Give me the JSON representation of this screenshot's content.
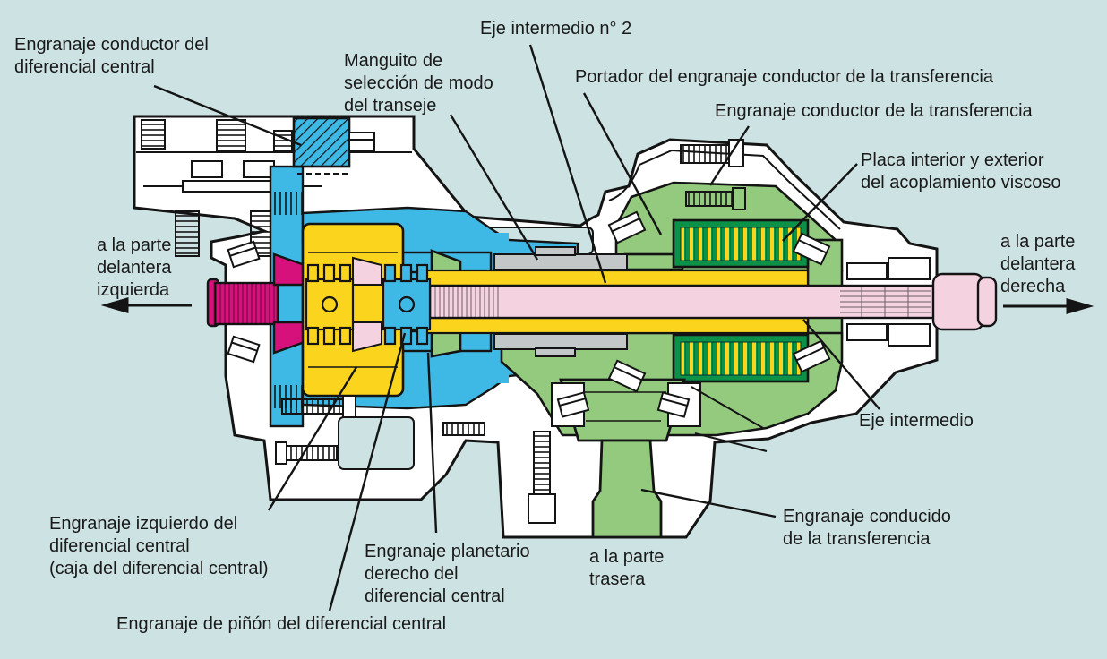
{
  "diagram": {
    "background_color": "#cde2e2",
    "colors": {
      "outline": "#141414",
      "housing": "#ffffff",
      "center_diff_case_blue": "#3eb8e5",
      "carrier_yellow": "#fbd41e",
      "left_output_magenta": "#d6117c",
      "intermediate_shaft_pink": "#f4d2e0",
      "transfer_carrier_light_green": "#93ca7e",
      "viscous_coupling_dark_green": "#0b9148",
      "mode_sleeve_gray": "#c3c7c7"
    },
    "labels": [
      {
        "id": "engranaje-conductor-diferencial",
        "text": "Engranaje conductor del\ndiferencial central",
        "arrow": null
      },
      {
        "id": "manguito-seleccion-modo",
        "text": "Manguito de\nselección de modo\ndel transeje",
        "arrow": null
      },
      {
        "id": "eje-intermedio-n2",
        "text": "Eje intermedio n° 2",
        "arrow": null
      },
      {
        "id": "portador-engranaje-conductor-transferencia",
        "text": "Portador del engranaje conductor de la transferencia",
        "arrow": null
      },
      {
        "id": "engranaje-conductor-transferencia",
        "text": "Engranaje conductor de la transferencia",
        "arrow": null
      },
      {
        "id": "placa-acoplamiento-viscoso",
        "text": "Placa interior y exterior\ndel acoplamiento viscoso",
        "arrow": null
      },
      {
        "id": "parte-delantera-izquierda",
        "text": "a la parte\ndelantera\nizquierda",
        "arrow": "left"
      },
      {
        "id": "parte-delantera-derecha",
        "text": "a la parte\ndelantera\nderecha",
        "arrow": "right"
      },
      {
        "id": "eje-intermedio",
        "text": "Eje intermedio",
        "arrow": null
      },
      {
        "id": "engranaje-conducido-transferencia",
        "text": "Engranaje conducido\nde la transferencia",
        "arrow": null
      },
      {
        "id": "parte-trasera",
        "text": "a la parte\ntrasera",
        "arrow": null
      },
      {
        "id": "engranaje-izquierdo-diferencial",
        "text": "Engranaje izquierdo del\ndiferencial central\n(caja del diferencial central)",
        "arrow": null
      },
      {
        "id": "engranaje-planetario-derecho",
        "text": "Engranaje planetario\nderecho del\ndiferencial central",
        "arrow": null
      },
      {
        "id": "engranaje-pinon-diferencial",
        "text": "Engranaje de piñón del diferencial central",
        "arrow": null
      }
    ]
  }
}
